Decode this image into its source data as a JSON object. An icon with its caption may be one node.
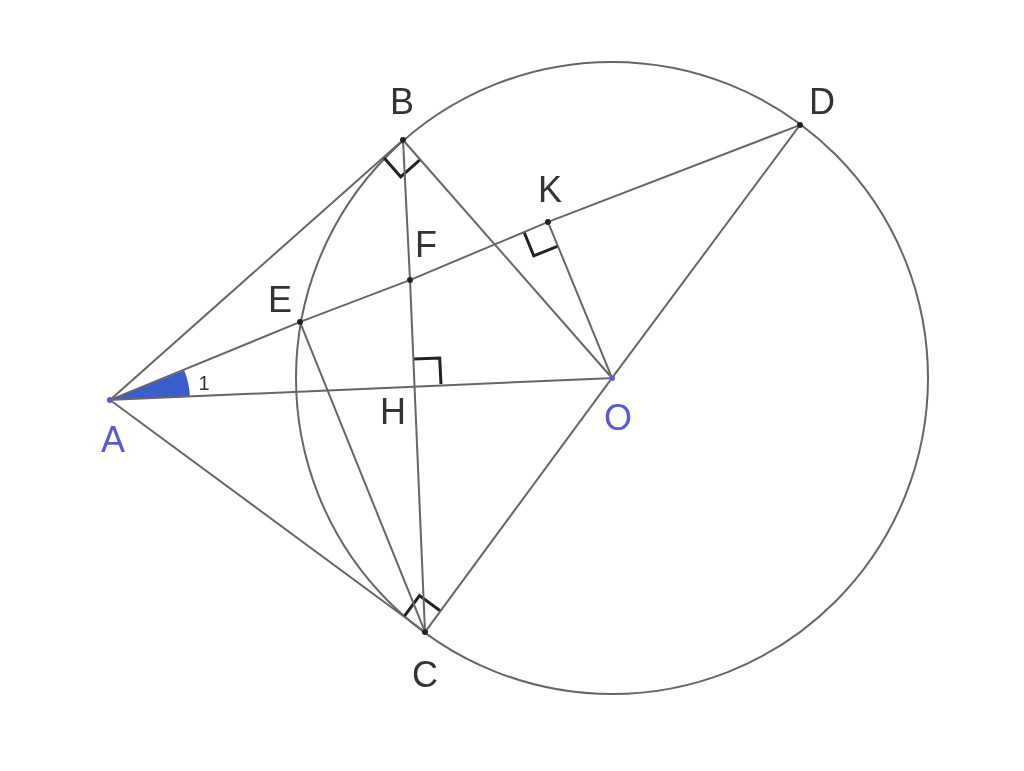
{
  "diagram": {
    "nodes": [
      {
        "text": [
          "A"
        ]
      },
      {
        "text": [
          "B"
        ]
      },
      {
        "text": [
          "C"
        ]
      },
      {
        "text": [
          "D"
        ]
      },
      {
        "text": [
          "E"
        ]
      },
      {
        "text": [
          "F"
        ]
      },
      {
        "text": [
          "K"
        ]
      },
      {
        "text": [
          "O"
        ]
      }
    ],
    "edges": [
      {
        "from": 0,
        "to": 1,
        "arrow": "none"
      },
      {
        "from": 0,
        "to": 2,
        "arrow": "none"
      },
      {
        "from": 0,
        "to": 7,
        "arrow": "none"
      },
      {
        "from": 0,
        "to": 4,
        "arrow": "none"
      },
      {
        "from": 4,
        "to": 5,
        "arrow": "none"
      },
      {
        "from": 5,
        "to": 6,
        "arrow": "none"
      },
      {
        "from": 6,
        "to": 3,
        "arrow": "none"
      },
      {
        "from": 1,
        "to": 5,
        "arrow": "none"
      },
      {
        "from": 5,
        "to": 2,
        "arrow": "none"
      },
      {
        "from": 1,
        "to": 7,
        "arrow": "none"
      },
      {
        "from": 2,
        "to": 7,
        "arrow": "none"
      },
      {
        "from": 7,
        "to": 3,
        "arrow": "none"
      },
      {
        "from": 7,
        "to": 6,
        "arrow": "none"
      },
      {
        "from": 4,
        "to": 2,
        "arrow": "none"
      }
    ],
    "labels": [
      "1",
      "H"
    ]
  }
}
